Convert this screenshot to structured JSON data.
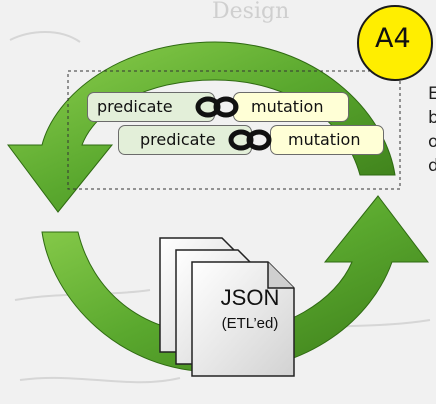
{
  "background_text": "Design",
  "badge": {
    "label": "A4",
    "color": "#ffee00"
  },
  "rules": [
    {
      "predicate": "predicate",
      "link_icon": "link-chain-icon",
      "mutation": "mutation"
    },
    {
      "predicate": "predicate",
      "link_icon": "link-chain-icon",
      "mutation": "mutation"
    }
  ],
  "documents": {
    "title": "JSON",
    "subtitle": "(ETL’ed)",
    "icon": "file-stack-icon"
  },
  "side_text_lines": [
    "E",
    "b",
    "o",
    "d"
  ],
  "colors": {
    "arrow_green": "#5aa82e",
    "predicate_bg": "#e3efd9",
    "mutation_bg": "#ffffd6"
  }
}
